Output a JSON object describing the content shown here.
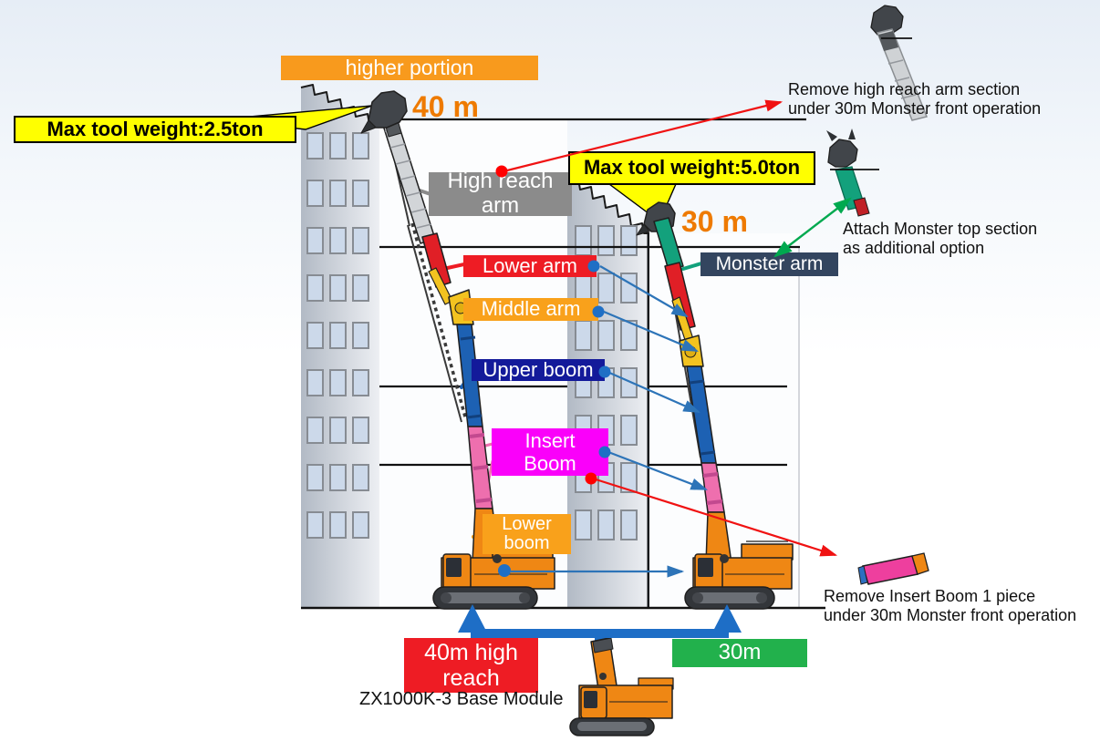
{
  "banner": {
    "higher_portion": "higher portion"
  },
  "height_markers": {
    "forty": "40 m",
    "thirty": "30 m"
  },
  "callouts": {
    "max_tool_weight_2_5": "Max tool weight:2.5ton",
    "max_tool_weight_5_0": "Max tool weight:5.0ton"
  },
  "part_labels": {
    "high_reach_arm": "High reach\narm",
    "monster_arm": "Monster arm",
    "lower_arm": "Lower arm",
    "middle_arm": "Middle arm",
    "upper_boom": "Upper boom",
    "insert_boom": "Insert\nBoom",
    "lower_boom": "Lower\nboom"
  },
  "notes": {
    "remove_high_reach_arm": "Remove high reach arm section\nunder 30m Monster front operation",
    "attach_monster_top": "Attach Monster  top section\nas additional option",
    "remove_insert_boom": "Remove Insert Boom 1 piece\nunder 30m Monster front operation"
  },
  "bottom": {
    "reach_40m": "40m high\nreach",
    "reach_30m": "30m",
    "base_module": "ZX1000K-3 Base Module"
  },
  "colors": {
    "banner_orange": "#F89A1D",
    "height_text_orange": "#EE7A00",
    "callout_yellow": "#FFFF00",
    "label_red": "#EE1C24",
    "label_orange": "#F9A11B",
    "label_navy": "#131A9A",
    "label_magenta": "#FA00FA",
    "label_gray": "#8B8B8B",
    "label_slate": "#33455F",
    "label_green": "#22B14C",
    "machine_orange": "#EF8714",
    "boom_blue": "#1D61B3",
    "insert_pink": "#EE6FAE",
    "joint_yellow": "#F3C320",
    "arm_red": "#E01F26",
    "monster_teal": "#13A17C",
    "arrow_blue": "#2D74B8",
    "arrow_thick_blue": "#1E6EC6",
    "arrow_red": "#F01212",
    "arrow_green": "#00A94F"
  }
}
